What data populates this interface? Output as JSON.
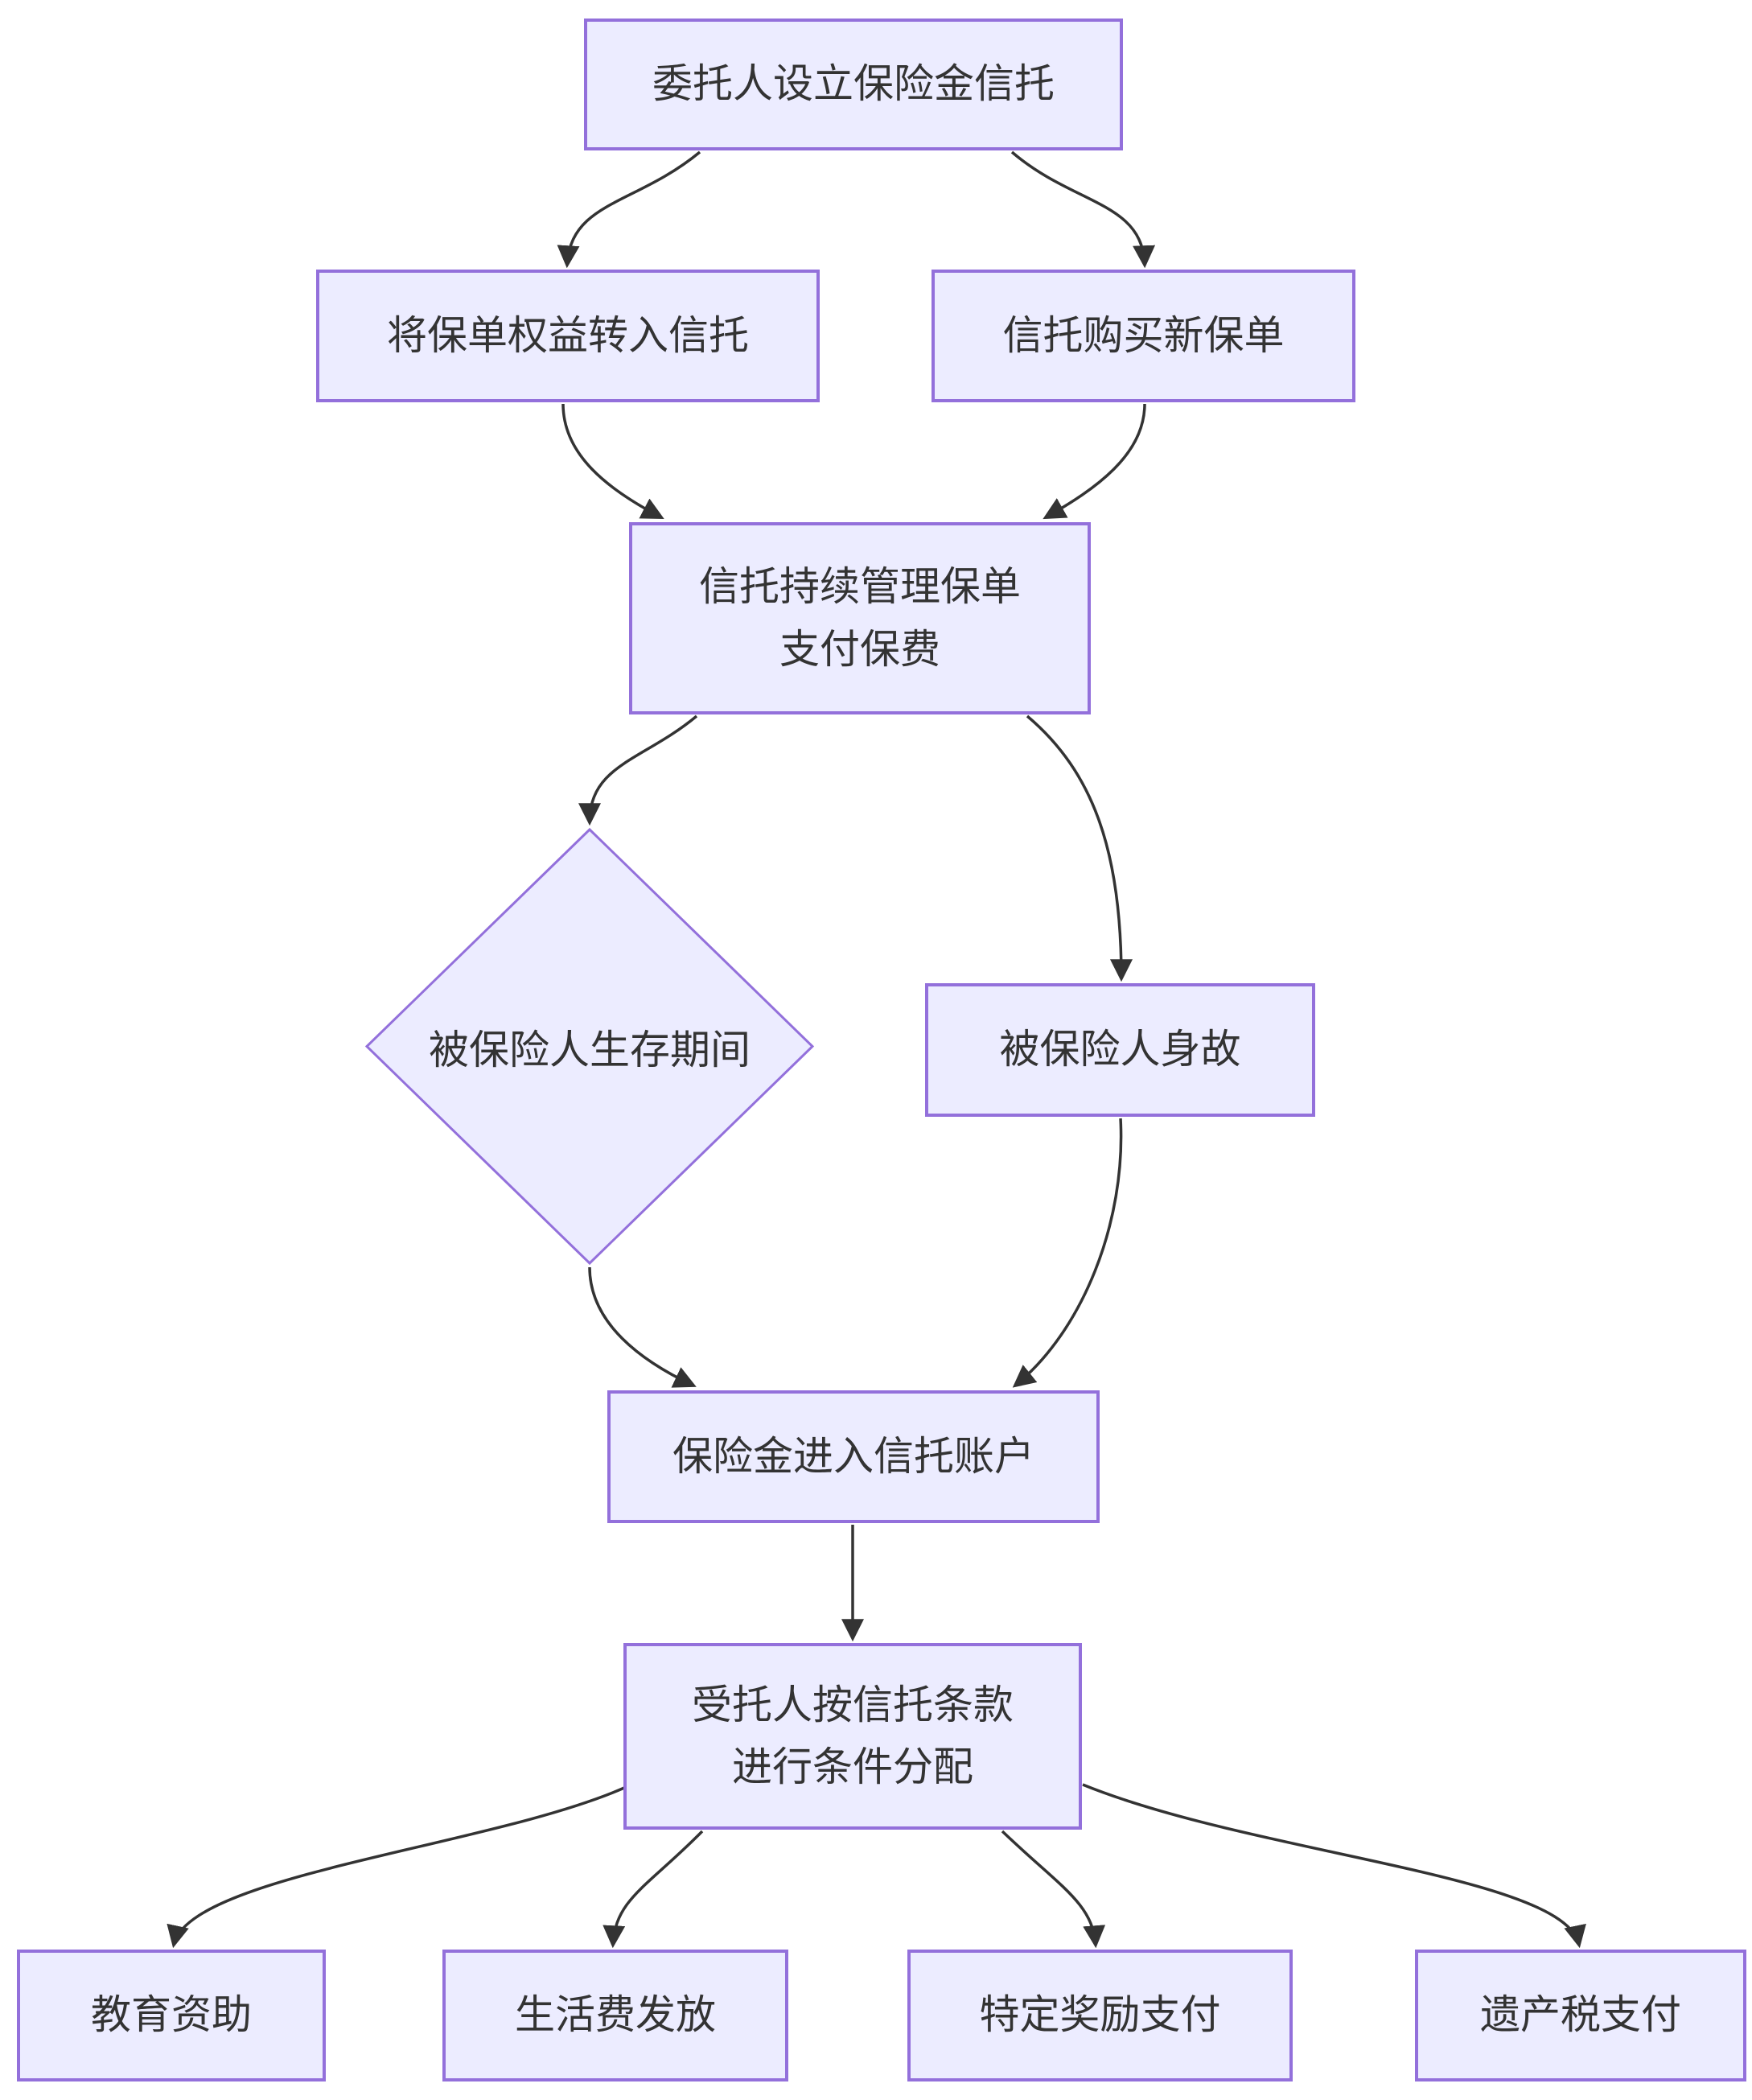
{
  "diagram": {
    "type": "flowchart",
    "direction": "top-down",
    "colors": {
      "background": "#FFFFFF",
      "node_fill": "#ECECFF",
      "node_border": "#9370DB",
      "edge": "#333333",
      "text": "#333333"
    },
    "nodes": {
      "settlor": {
        "label": "委托人设立保险金信托",
        "shape": "rect"
      },
      "transfer_policy": {
        "label": "将保单权益转入信托",
        "shape": "rect"
      },
      "buy_policy": {
        "label": "信托购买新保单",
        "shape": "rect"
      },
      "manage_policy": {
        "label": "信托持续管理保单\n支付保费",
        "shape": "rect"
      },
      "survival_period": {
        "label": "被保险人生存期间",
        "shape": "diamond"
      },
      "insured_death": {
        "label": "被保险人身故",
        "shape": "rect"
      },
      "funds_to_trust": {
        "label": "保险金进入信托账户",
        "shape": "rect"
      },
      "conditional_distribution": {
        "label": "受托人按信托条款\n进行条件分配",
        "shape": "rect"
      },
      "education": {
        "label": "教育资助",
        "shape": "rect"
      },
      "living_expense": {
        "label": "生活费发放",
        "shape": "rect"
      },
      "special_reward": {
        "label": "特定奖励支付",
        "shape": "rect"
      },
      "estate_tax": {
        "label": "遗产税支付",
        "shape": "rect"
      }
    },
    "edges": [
      {
        "from": "settlor",
        "to": "transfer_policy"
      },
      {
        "from": "settlor",
        "to": "buy_policy"
      },
      {
        "from": "transfer_policy",
        "to": "manage_policy"
      },
      {
        "from": "buy_policy",
        "to": "manage_policy"
      },
      {
        "from": "manage_policy",
        "to": "survival_period"
      },
      {
        "from": "manage_policy",
        "to": "insured_death"
      },
      {
        "from": "survival_period",
        "to": "funds_to_trust"
      },
      {
        "from": "insured_death",
        "to": "funds_to_trust"
      },
      {
        "from": "funds_to_trust",
        "to": "conditional_distribution"
      },
      {
        "from": "conditional_distribution",
        "to": "education"
      },
      {
        "from": "conditional_distribution",
        "to": "living_expense"
      },
      {
        "from": "conditional_distribution",
        "to": "special_reward"
      },
      {
        "from": "conditional_distribution",
        "to": "estate_tax"
      }
    ]
  }
}
